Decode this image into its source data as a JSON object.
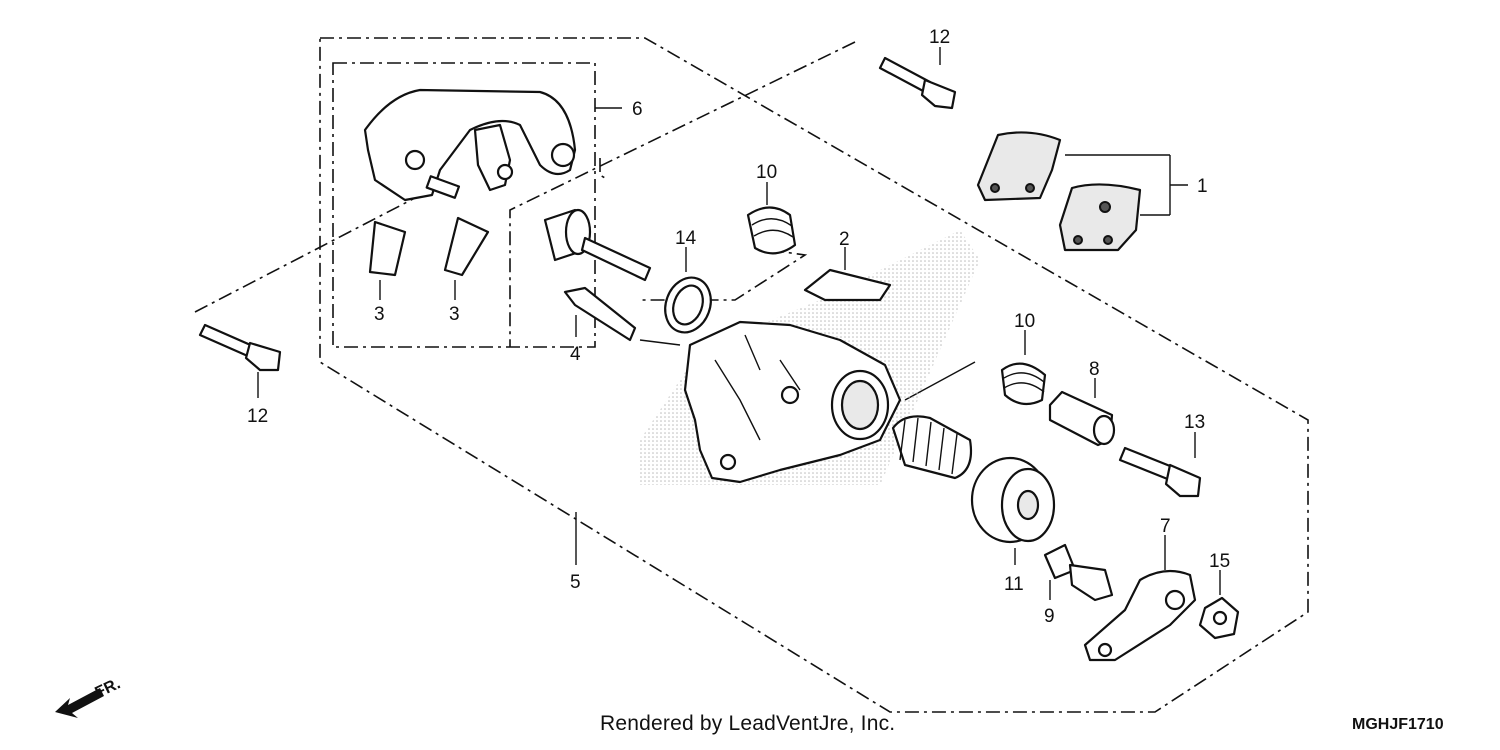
{
  "callouts": {
    "c1": "1",
    "c2": "2",
    "c3a": "3",
    "c3b": "3",
    "c4": "4",
    "c5": "5",
    "c6": "6",
    "c7": "7",
    "c8": "8",
    "c9": "9",
    "c10a": "10",
    "c10b": "10",
    "c11": "11",
    "c12a": "12",
    "c12b": "12",
    "c13": "13",
    "c14": "14",
    "c15": "15"
  },
  "direction_label": "FR.",
  "footer": {
    "credit": "Rendered by LeadVentJre, Inc.",
    "code": "MGHJF1710"
  }
}
